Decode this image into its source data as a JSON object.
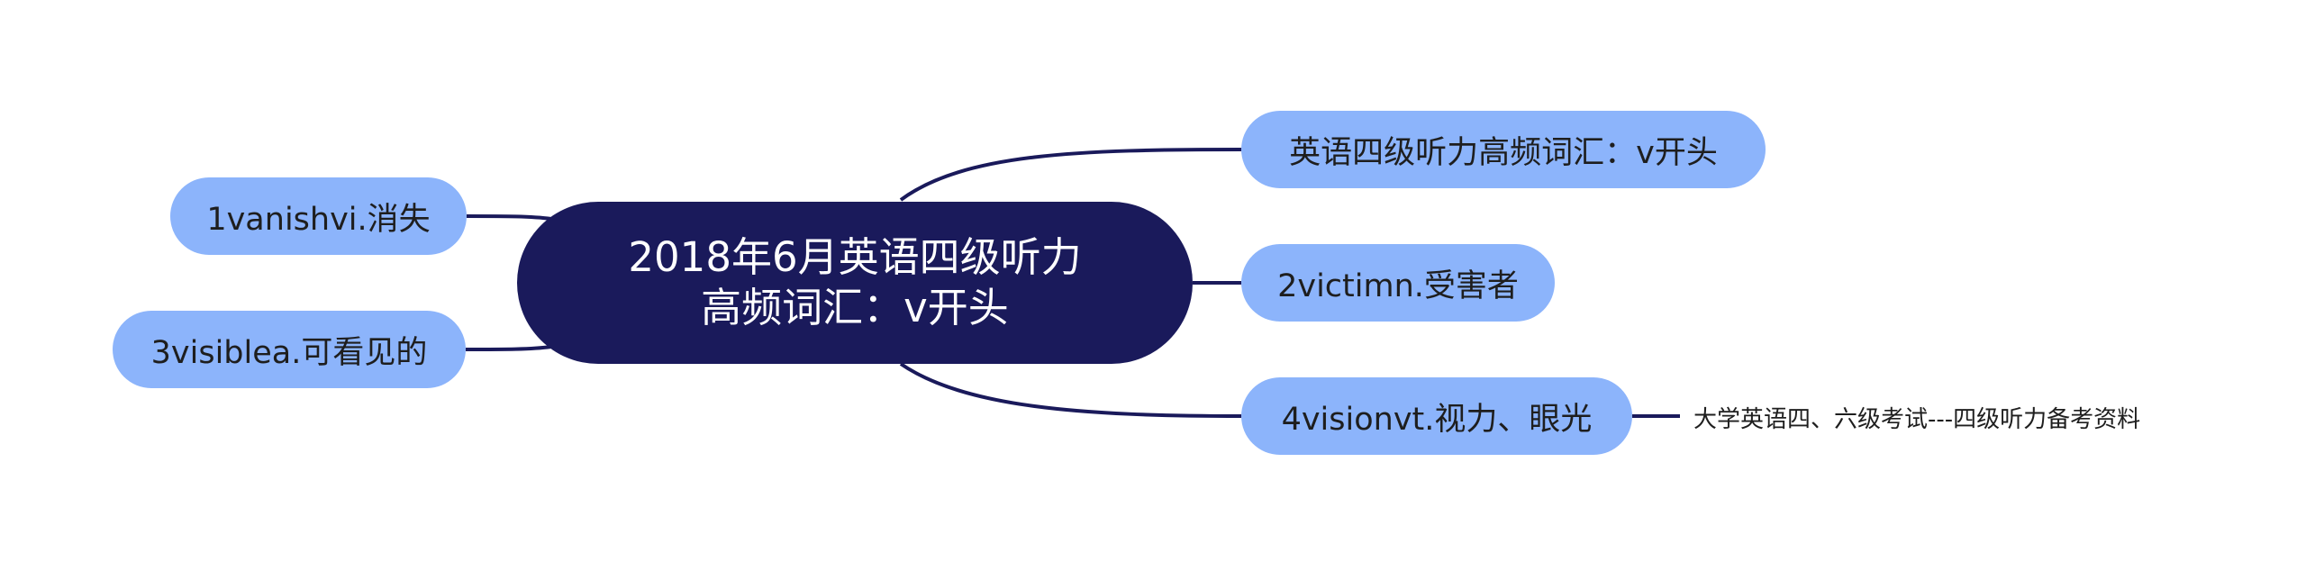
{
  "central": {
    "line1": "2018年6月英语四级听力",
    "line2": "高频词汇：v开头"
  },
  "right_nodes": [
    {
      "label": "英语四级听力高频词汇：v开头"
    },
    {
      "label": "2victimn.受害者"
    },
    {
      "label": "4visionvt.视力、眼光"
    }
  ],
  "left_nodes": [
    {
      "label": "1vanishvi.消失"
    },
    {
      "label": "3visiblea.可看见的"
    }
  ],
  "leaf": {
    "label": "大学英语四、六级考试---四级听力备考资料"
  },
  "colors": {
    "central_fill": "#1a1a5b",
    "central_text": "#ffffff",
    "node_fill": "#8cb4fb",
    "node_text": "#1e1e1e",
    "connector": "#1a1a5b"
  }
}
